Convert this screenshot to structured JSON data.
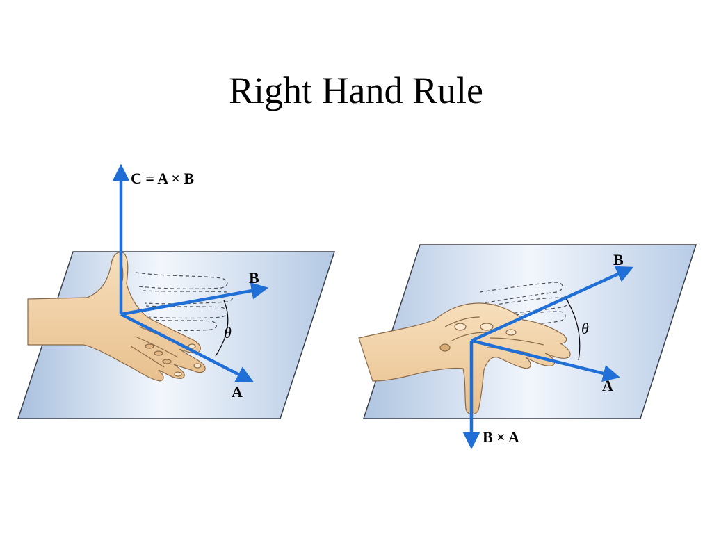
{
  "slide": {
    "title": "Right Hand Rule"
  },
  "colors": {
    "vector": "#1f6fd6",
    "plane_edge": "#3a3f4a",
    "plane_fill_light": "#eef4fb",
    "plane_fill_mid": "#b9cde6",
    "skin": "#f2d2a6",
    "skin_shadow": "#d7ad7a",
    "skin_outline": "#8a6a48"
  },
  "left_panel": {
    "result_label": "C = A × B",
    "vector_b_label": "B",
    "vector_a_label": "A",
    "angle_label": "θ"
  },
  "right_panel": {
    "vector_b_label": "B",
    "vector_a_label": "A",
    "angle_label": "θ",
    "result_label": "B × A"
  }
}
